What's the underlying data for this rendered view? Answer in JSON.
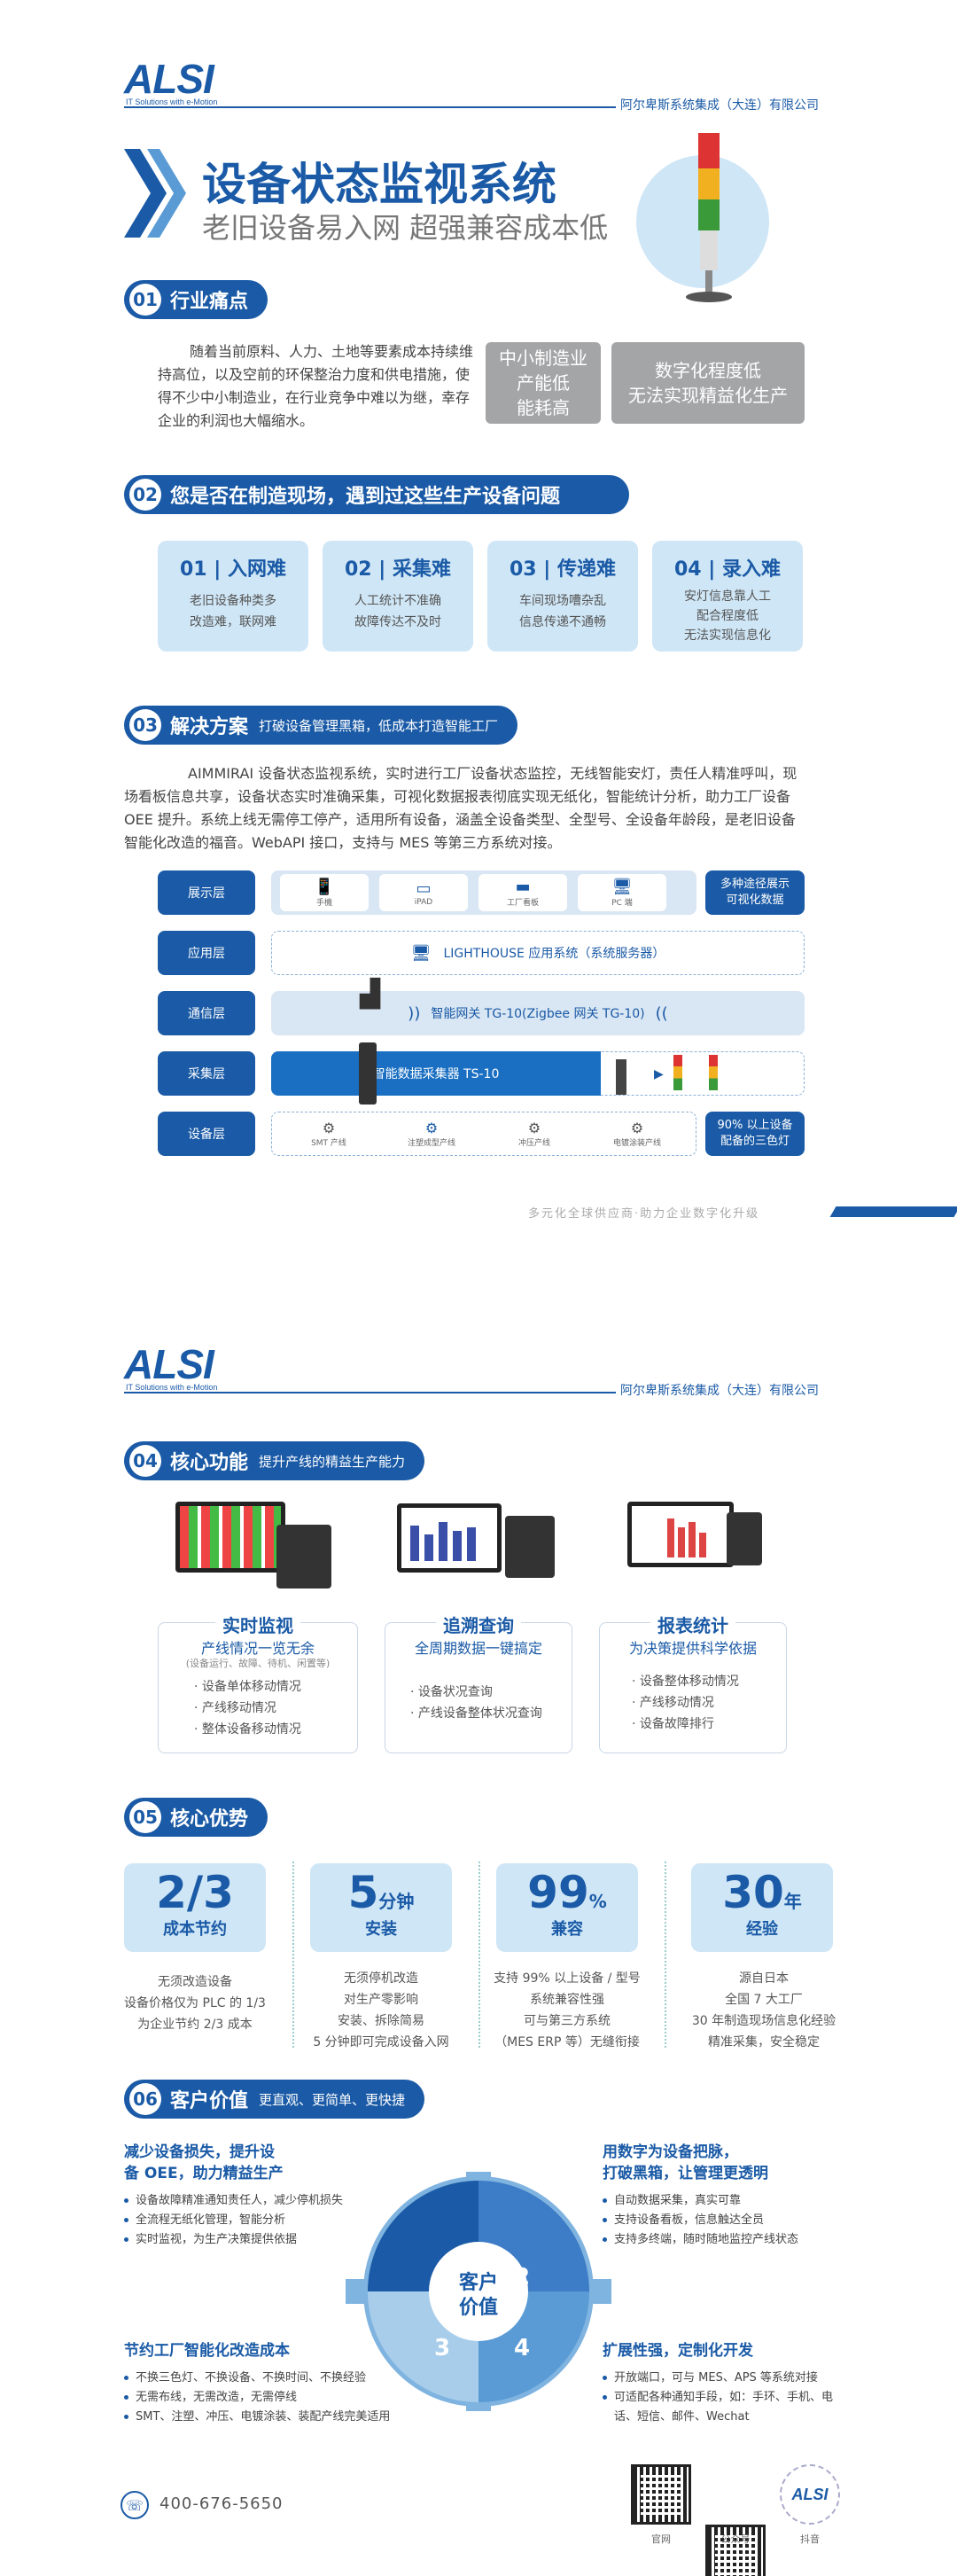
{
  "header": {
    "logo": "ALSI",
    "logo_sub": "IT Solutions with e-Motion",
    "company": "阿尔卑斯系统集成（大连）有限公司"
  },
  "hero": {
    "title": "设备状态监视系统",
    "subtitle": "老旧设备易入网 超强兼容成本低"
  },
  "s1": {
    "num": "01",
    "title": "行业痛点",
    "text": "随着当前原料、人力、土地等要素成本持续维持高位，以及空前的环保整治力度和供电措施，使得不少中小制造业，在行业竞争中难以为继，幸存企业的利润也大幅缩水。",
    "box1": [
      "中小制造业",
      "产能低",
      "能耗高"
    ],
    "box2": [
      "数字化程度低",
      "无法实现精益化生产"
    ]
  },
  "s2": {
    "num": "02",
    "title": "您是否在制造现场，遇到过这些生产设备问题",
    "cards": [
      {
        "title": "01 | 入网难",
        "lines": [
          "老旧设备种类多",
          "改造难，联网难"
        ]
      },
      {
        "title": "02 | 采集难",
        "lines": [
          "人工统计不准确",
          "故障传达不及时"
        ]
      },
      {
        "title": "03 | 传递难",
        "lines": [
          "车间现场嘈杂乱",
          "信息传递不通畅"
        ]
      },
      {
        "title": "04 | 录入难",
        "lines": [
          "安灯信息靠人工",
          "配合程度低",
          "无法实现信息化"
        ]
      }
    ]
  },
  "s3": {
    "num": "03",
    "title": "解决方案",
    "sub": "打破设备管理黑箱，低成本打造智能工厂",
    "text": "AIMMIRAI 设备状态监视系统，实时进行工厂设备状态监控，无线智能安灯，责任人精准呼叫，现场看板信息共享，设备状态实时准确采集，可视化数据报表彻底实现无纸化，智能统计分析，助力工厂设备 OEE 提升。系统上线无需停工停产，适用所有设备，涵盖全设备类型、全型号、全设备年龄段，是老旧设备智能化改造的福音。WebAPI 接口，支持与 MES 等第三方系统对接。",
    "layers": [
      {
        "label": "展示层",
        "devices": [
          "手機",
          "iPAD",
          "工厂看板",
          "PC 端"
        ],
        "note": [
          "多种途径展示",
          "可视化数据"
        ]
      },
      {
        "label": "应用层",
        "bar": "LIGHTHOUSE 应用系统（系统服务器）"
      },
      {
        "label": "通信层",
        "bar": "智能网关 TG-10(Zigbee 网关 TG-10)"
      },
      {
        "label": "采集层",
        "bar": "智能数据采集器 TS-10"
      },
      {
        "label": "设备层",
        "devices": [
          "SMT 产线",
          "注塑成型产线",
          "冲压产线",
          "电镀涂装产线"
        ],
        "note": [
          "90% 以上设备",
          "配备的三色灯"
        ]
      }
    ]
  },
  "slogan": "多元化全球供应商·助力企业数字化升级",
  "header2": {
    "logo": "ALSI",
    "logo_sub": "IT Solutions with e-Motion",
    "company": "阿尔卑斯系统集成（大连）有限公司"
  },
  "s4": {
    "num": "04",
    "title": "核心功能",
    "sub": "提升产线的精益生产能力",
    "cards": [
      {
        "title": "实时监视",
        "sub": "产线情况一览无余",
        "note": "(设备运行、故障、待机、闲置等)",
        "items": [
          "设备单体移动情况",
          "产线移动情况",
          "整体设备移动情况"
        ]
      },
      {
        "title": "追溯查询",
        "sub": "全周期数据一键搞定",
        "items": [
          "设备状况查询",
          "产线设备整体状况查询"
        ]
      },
      {
        "title": "报表统计",
        "sub": "为决策提供科学依据",
        "items": [
          "设备整体移动情况",
          "产线移动情况",
          "设备故障排行"
        ]
      }
    ]
  },
  "s5": {
    "num": "05",
    "title": "核心优势",
    "items": [
      {
        "big": "2/3",
        "unit": "",
        "label": "成本节约",
        "desc": [
          "无须改造设备",
          "设备价格仅为 PLC 的 1/3",
          "为企业节约 2/3 成本"
        ]
      },
      {
        "big": "5",
        "unit": "分钟",
        "label": "安装",
        "desc": [
          "无须停机改造",
          "对生产零影响",
          "安装、拆除简易",
          "5 分钟即可完成设备入网"
        ]
      },
      {
        "big": "99",
        "unit": "%",
        "label": "兼容",
        "desc": [
          "支持 99% 以上设备 / 型号",
          "系统兼容性强",
          "可与第三方系统",
          "（MES ERP 等）无缝衔接"
        ]
      },
      {
        "big": "30",
        "unit": "年",
        "label": "经验",
        "desc": [
          "源自日本",
          "全国 7 大工厂",
          "30 年制造现场信息化经验",
          "精准采集，安全稳定"
        ]
      }
    ]
  },
  "s6": {
    "num": "06",
    "title": "客户价值",
    "sub": "更直观、更简单、更快捷",
    "center": [
      "客户",
      "价值"
    ],
    "q1": {
      "head": [
        "减少设备损失，提升设",
        "备 OEE，助力精益生产"
      ],
      "items": [
        "设备故障精准通知责任人，减少停机损失",
        "全流程无纸化管理，智能分析",
        "实时监视，为生产决策提供依据"
      ]
    },
    "q2": {
      "head": [
        "用数字为设备把脉，",
        "打破黑箱，让管理更透明"
      ],
      "items": [
        "自动数据采集，真实可靠",
        "支持设备看板，信息触达全员",
        "支持多终端，随时随地监控产线状态"
      ]
    },
    "q3": {
      "head": [
        "节约工厂智能化改造成本"
      ],
      "items": [
        "不换三色灯、不换设备、不换时间、不换经验",
        "无需布线，无需改造，无需停线",
        "SMT、注塑、冲压、电镀涂装、装配产线完美适用"
      ]
    },
    "q4": {
      "head": [
        "扩展性强，定制化开发"
      ],
      "items": [
        "开放端口，可与 MES、APS 等系统对接",
        "可适配各种通知手段，如：手环、手机、电话、短信、邮件、Wechat"
      ]
    }
  },
  "footer": {
    "phone": "400-676-5650",
    "qr_labels": [
      "官网",
      "公众号",
      "抖音"
    ]
  }
}
